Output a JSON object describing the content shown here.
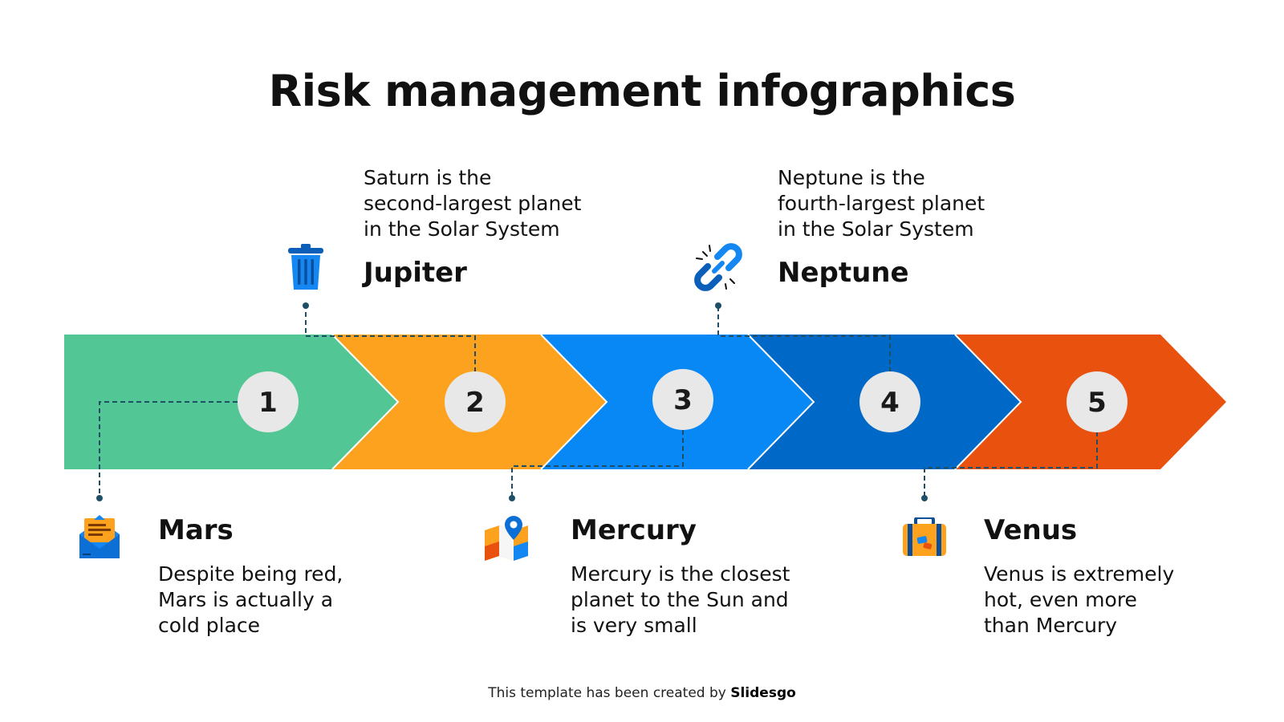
{
  "title": "Risk management infographics",
  "colors": {
    "green": "#52C795",
    "yellow": "#FCA21F",
    "blue": "#0888F5",
    "dark_blue": "#0068C6",
    "orange": "#E9510E",
    "circle": "#E8E8E8",
    "connector": "#1f4f66"
  },
  "steps": [
    {
      "number": "1"
    },
    {
      "number": "2"
    },
    {
      "number": "3"
    },
    {
      "number": "4"
    },
    {
      "number": "5"
    }
  ],
  "items": {
    "mars": {
      "title": "Mars",
      "desc": "Despite being red,\nMars is actually a\ncold place",
      "icon": "mail-icon"
    },
    "jupiter": {
      "title": "Jupiter",
      "desc": "Saturn is the\nsecond-largest planet\nin the Solar System",
      "icon": "trash-icon"
    },
    "mercury": {
      "title": "Mercury",
      "desc": "Mercury is the closest\nplanet to the Sun and\nis very small",
      "icon": "map-icon"
    },
    "neptune": {
      "title": "Neptune",
      "desc": "Neptune is the\nfourth-largest planet\nin the Solar System",
      "icon": "broken-link-icon"
    },
    "venus": {
      "title": "Venus",
      "desc": "Venus is extremely\nhot, even more\nthan Mercury",
      "icon": "suitcase-icon"
    }
  },
  "footer": {
    "prefix": "This template has been created by ",
    "brand": "Slidesgo"
  }
}
